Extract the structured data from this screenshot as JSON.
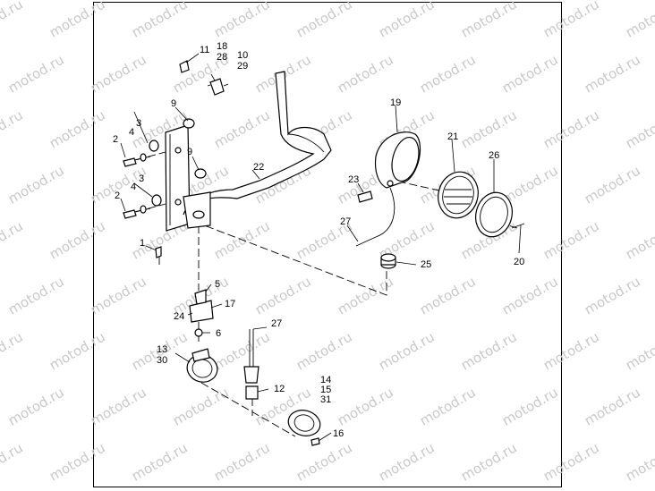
{
  "watermark": "motod.ru",
  "callouts": {
    "n1": "1",
    "n2a": "2",
    "n2b": "2",
    "n3a": "3",
    "n3b": "3",
    "n4a": "4",
    "n4b": "4",
    "n5": "5",
    "n6": "6",
    "n9a": "9",
    "n9b": "9",
    "n10": "10",
    "n11": "11",
    "n12": "12",
    "n13": "13",
    "n14": "14",
    "n15": "15",
    "n16": "16",
    "n17": "17",
    "n18": "18",
    "n19": "19",
    "n20": "20",
    "n21": "21",
    "n22": "22",
    "n23": "23",
    "n24": "24",
    "n25": "25",
    "n26": "26",
    "n27a": "27",
    "n27b": "27",
    "n28": "28",
    "n29": "29",
    "n30": "30",
    "n31": "31"
  }
}
